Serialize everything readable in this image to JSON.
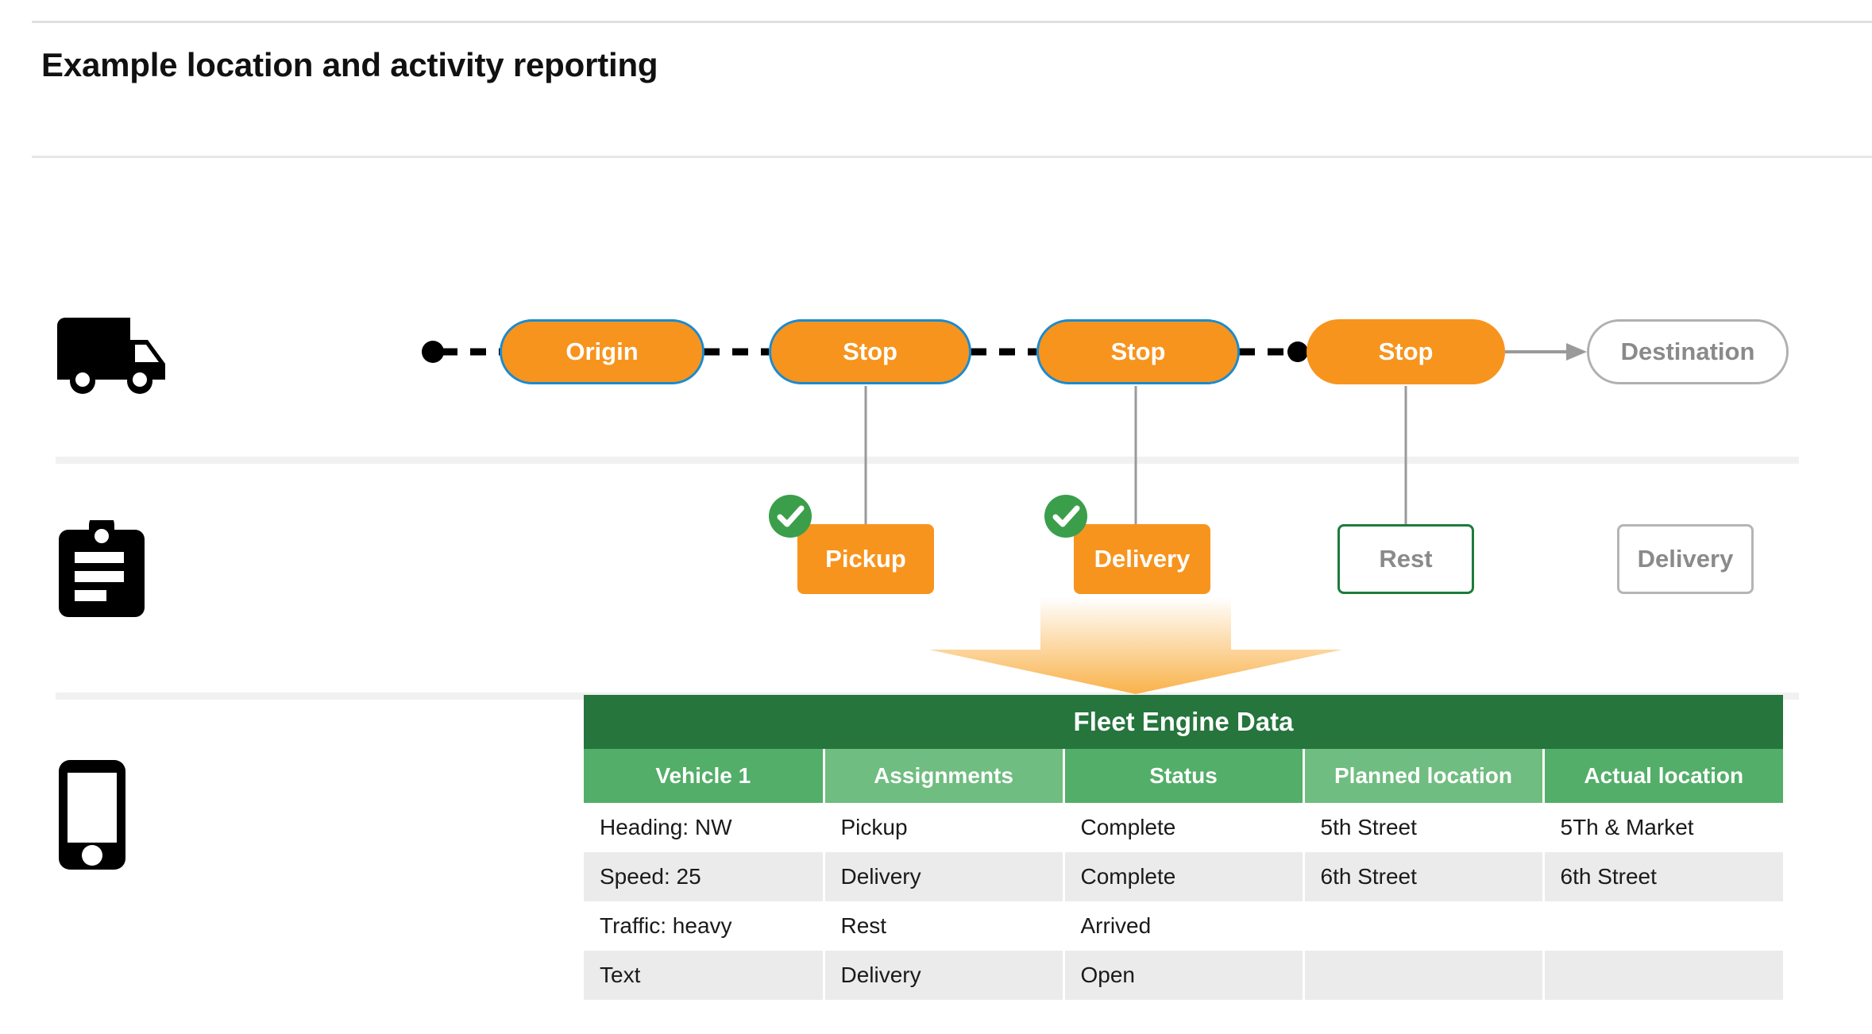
{
  "page": {
    "title": "Example location and activity reporting"
  },
  "rows_icons": {
    "vehicle_icon": "truck-icon",
    "tasks_icon": "clipboard-icon",
    "data_icon": "phone-icon"
  },
  "route": {
    "stops": [
      {
        "label": "Origin",
        "style": "orange-bordered"
      },
      {
        "label": "Stop",
        "style": "orange-bordered"
      },
      {
        "label": "Stop",
        "style": "orange-bordered"
      },
      {
        "label": "Stop",
        "style": "orange-plain"
      },
      {
        "label": "Destination",
        "style": "outline-gray"
      }
    ]
  },
  "tasks": [
    {
      "label": "Pickup",
      "style": "filled-orange",
      "completed": true
    },
    {
      "label": "Delivery",
      "style": "filled-orange",
      "completed": true
    },
    {
      "label": "Rest",
      "style": "outline-green",
      "completed": false
    },
    {
      "label": "Delivery",
      "style": "outline-gray",
      "completed": false
    }
  ],
  "table": {
    "title": "Fleet Engine Data",
    "columns": [
      "Vehicle 1",
      "Assignments",
      "Status",
      "Planned location",
      "Actual location"
    ],
    "rows": [
      [
        "Heading: NW",
        "Pickup",
        "Complete",
        "5th Street",
        "5Th & Market"
      ],
      [
        "Speed: 25",
        "Delivery",
        "Complete",
        "6th Street",
        "6th Street"
      ],
      [
        "Traffic: heavy",
        "Rest",
        "Arrived",
        "",
        ""
      ],
      [
        "Text",
        "Delivery",
        "Open",
        "",
        ""
      ]
    ]
  },
  "colors": {
    "orange": "#F7941E",
    "blue_border": "#1B8BCF",
    "green_dark": "#25753C",
    "green_header_a": "#52AE68",
    "green_header_b": "#6FBD80",
    "green_check": "#3B9E4B",
    "gray_outline": "#b0b0b0",
    "row_alt": "#EBEBEB"
  }
}
